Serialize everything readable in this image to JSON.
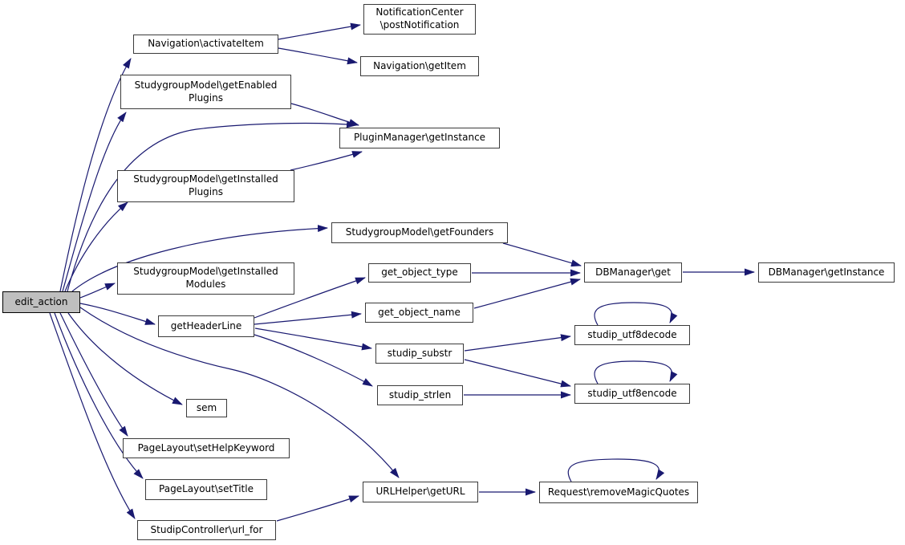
{
  "diagram": {
    "type": "call-graph",
    "background_color": "#ffffff",
    "edge_color": "#191970",
    "node_fill": "#ffffff",
    "node_border_color": "#3b3b3b",
    "highlight_fill": "#bfbfbf",
    "nodes": [
      {
        "id": "edit_action",
        "label": "edit_action",
        "highlighted": true
      },
      {
        "id": "nav_activate",
        "label": "Navigation\\activateItem",
        "highlighted": false
      },
      {
        "id": "notif_post",
        "label": "NotificationCenter\n\\postNotification",
        "highlighted": false
      },
      {
        "id": "nav_getitem",
        "label": "Navigation\\getItem",
        "highlighted": false
      },
      {
        "id": "sg_enabled",
        "label": "StudygroupModel\\getEnabled\nPlugins",
        "highlighted": false
      },
      {
        "id": "plugin_mgr",
        "label": "PluginManager\\getInstance",
        "highlighted": false
      },
      {
        "id": "sg_installed_p",
        "label": "StudygroupModel\\getInstalled\nPlugins",
        "highlighted": false
      },
      {
        "id": "sg_founders",
        "label": "StudygroupModel\\getFounders",
        "highlighted": false
      },
      {
        "id": "sg_installed_m",
        "label": "StudygroupModel\\getInstalled\nModules",
        "highlighted": false
      },
      {
        "id": "get_object_type",
        "label": "get_object_type",
        "highlighted": false
      },
      {
        "id": "get_object_name",
        "label": "get_object_name",
        "highlighted": false
      },
      {
        "id": "dbm_get",
        "label": "DBManager\\get",
        "highlighted": false
      },
      {
        "id": "dbm_getinstance",
        "label": "DBManager\\getInstance",
        "highlighted": false
      },
      {
        "id": "getheaderline",
        "label": "getHeaderLine",
        "highlighted": false
      },
      {
        "id": "studip_substr",
        "label": "studip_substr",
        "highlighted": false
      },
      {
        "id": "studip_strlen",
        "label": "studip_strlen",
        "highlighted": false
      },
      {
        "id": "studip_utf8decode",
        "label": "studip_utf8decode",
        "highlighted": false
      },
      {
        "id": "studip_utf8encode",
        "label": "studip_utf8encode",
        "highlighted": false
      },
      {
        "id": "sem",
        "label": "sem",
        "highlighted": false
      },
      {
        "id": "pl_helpkw",
        "label": "PageLayout\\setHelpKeyword",
        "highlighted": false
      },
      {
        "id": "pl_settitle",
        "label": "PageLayout\\setTitle",
        "highlighted": false
      },
      {
        "id": "sc_urlfor",
        "label": "StudipController\\url_for",
        "highlighted": false
      },
      {
        "id": "url_geturl",
        "label": "URLHelper\\getURL",
        "highlighted": false
      },
      {
        "id": "req_rmq",
        "label": "Request\\removeMagicQuotes",
        "highlighted": false
      }
    ],
    "edges": [
      {
        "from": "edit_action",
        "to": "nav_activate"
      },
      {
        "from": "edit_action",
        "to": "sg_enabled"
      },
      {
        "from": "edit_action",
        "to": "plugin_mgr"
      },
      {
        "from": "edit_action",
        "to": "sg_installed_p"
      },
      {
        "from": "edit_action",
        "to": "sg_founders"
      },
      {
        "from": "edit_action",
        "to": "sg_installed_m"
      },
      {
        "from": "edit_action",
        "to": "getheaderline"
      },
      {
        "from": "edit_action",
        "to": "sem"
      },
      {
        "from": "edit_action",
        "to": "pl_helpkw"
      },
      {
        "from": "edit_action",
        "to": "pl_settitle"
      },
      {
        "from": "edit_action",
        "to": "sc_urlfor"
      },
      {
        "from": "edit_action",
        "to": "url_geturl"
      },
      {
        "from": "nav_activate",
        "to": "notif_post"
      },
      {
        "from": "nav_activate",
        "to": "nav_getitem"
      },
      {
        "from": "sg_enabled",
        "to": "plugin_mgr"
      },
      {
        "from": "sg_installed_p",
        "to": "plugin_mgr"
      },
      {
        "from": "sg_founders",
        "to": "dbm_get"
      },
      {
        "from": "get_object_type",
        "to": "dbm_get"
      },
      {
        "from": "get_object_name",
        "to": "dbm_get"
      },
      {
        "from": "dbm_get",
        "to": "dbm_getinstance"
      },
      {
        "from": "getheaderline",
        "to": "get_object_type"
      },
      {
        "from": "getheaderline",
        "to": "get_object_name"
      },
      {
        "from": "getheaderline",
        "to": "studip_substr"
      },
      {
        "from": "getheaderline",
        "to": "studip_strlen"
      },
      {
        "from": "studip_substr",
        "to": "studip_utf8decode"
      },
      {
        "from": "studip_substr",
        "to": "studip_utf8encode"
      },
      {
        "from": "studip_strlen",
        "to": "studip_utf8encode"
      },
      {
        "from": "studip_utf8decode",
        "to": "studip_utf8decode",
        "self_loop": true
      },
      {
        "from": "studip_utf8encode",
        "to": "studip_utf8encode",
        "self_loop": true
      },
      {
        "from": "sc_urlfor",
        "to": "url_geturl"
      },
      {
        "from": "url_geturl",
        "to": "req_rmq"
      },
      {
        "from": "req_rmq",
        "to": "req_rmq",
        "self_loop": true
      }
    ]
  }
}
